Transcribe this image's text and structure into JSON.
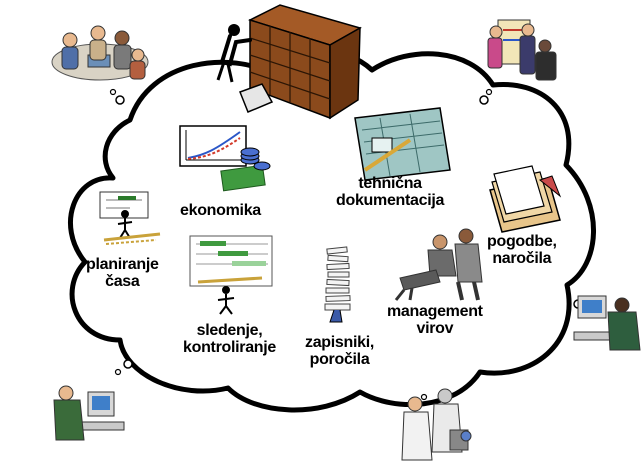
{
  "labels": {
    "ekonomika": "ekonomika",
    "tehnicna_1": "tehnična",
    "tehnicna_2": "dokumentacija",
    "pogodbe_1": "pogodbe,",
    "pogodbe_2": "naročila",
    "planiranje_1": "planiranje",
    "planiranje_2": "časa",
    "sledenje_1": "sledenje,",
    "sledenje_2": "kontroliranje",
    "zapisniki_1": "zapisniki,",
    "zapisniki_2": "poročila",
    "management_1": "management",
    "management_2": "virov"
  },
  "icons": [
    "cloud-outline",
    "meeting-group-icon",
    "filing-shelf-person-icon",
    "presentation-people-icon",
    "growth-chart-money-icon",
    "technical-drawing-icon",
    "document-folders-icon",
    "time-planning-icon",
    "gantt-tracking-icon",
    "paper-stack-icon",
    "business-discussion-icon",
    "computer-worker-right-icon",
    "computer-worker-left-icon",
    "laboratory-workers-icon"
  ],
  "colors": {
    "outline": "#000000",
    "shelf_wood": "#8b4a1c",
    "money_green": "#3f9a3f",
    "chart_red": "#d23a2a",
    "chart_blue": "#2b57c8",
    "blueprint": "#9fc6c4",
    "folder_tan": "#e8c58a"
  }
}
